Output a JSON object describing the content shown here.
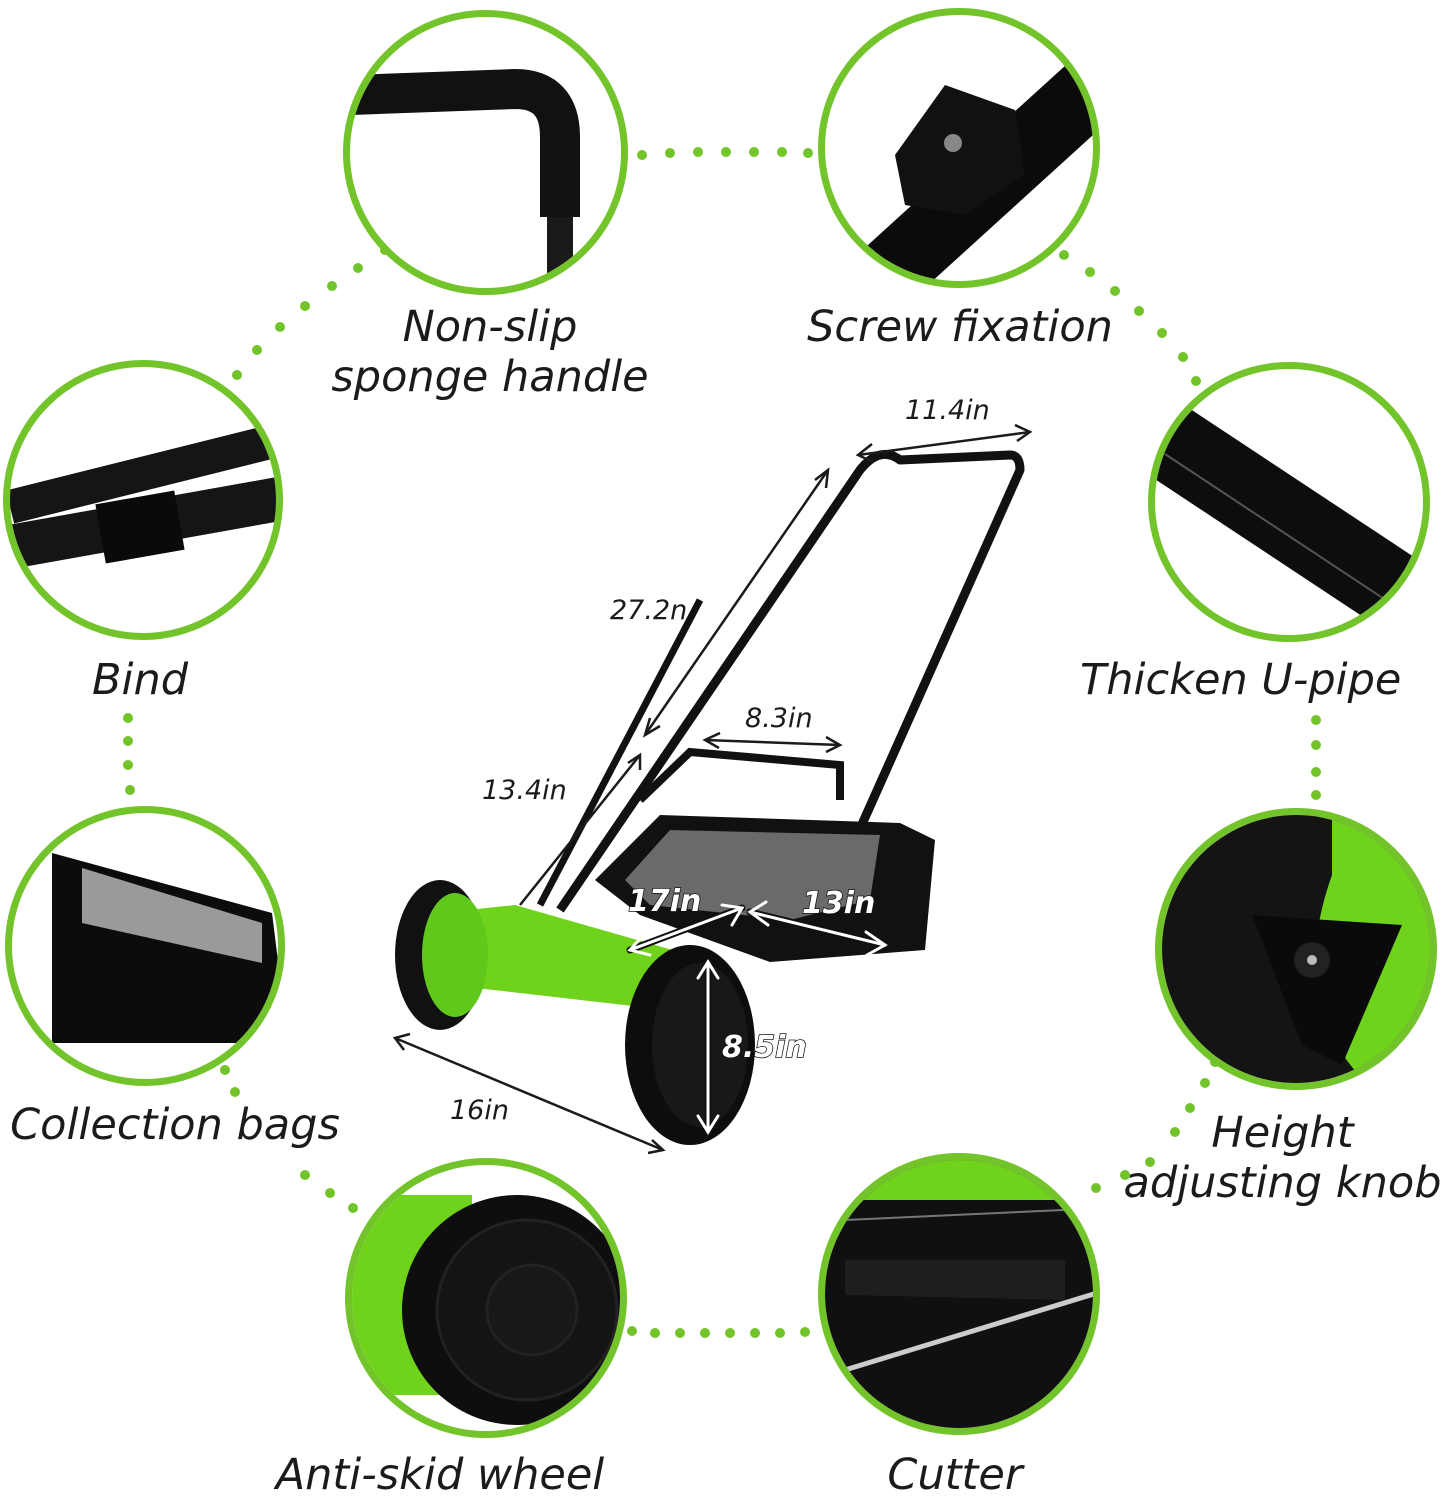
{
  "accent_color": "#72c42a",
  "features": [
    {
      "id": "handle",
      "label_lines": [
        "Non-slip",
        "sponge handle"
      ]
    },
    {
      "id": "screw",
      "label_lines": [
        "Screw fixation"
      ]
    },
    {
      "id": "bind",
      "label_lines": [
        "Bind"
      ]
    },
    {
      "id": "upipe",
      "label_lines": [
        "Thicken U-pipe"
      ]
    },
    {
      "id": "bags",
      "label_lines": [
        "Collection bags"
      ]
    },
    {
      "id": "knob",
      "label_lines": [
        "Height",
        "adjusting knob"
      ]
    },
    {
      "id": "wheel",
      "label_lines": [
        "Anti-skid wheel"
      ]
    },
    {
      "id": "cutter",
      "label_lines": [
        "Cutter"
      ]
    }
  ],
  "dimensions": {
    "handle_top_width": "11.4in",
    "upper_handle_length": "27.2n",
    "lower_handle_width": "8.3in",
    "lower_handle_length": "13.4in",
    "bag_length": "17in",
    "bag_width": "13in",
    "wheel_diameter": "8.5in",
    "cutting_width": "16in"
  }
}
